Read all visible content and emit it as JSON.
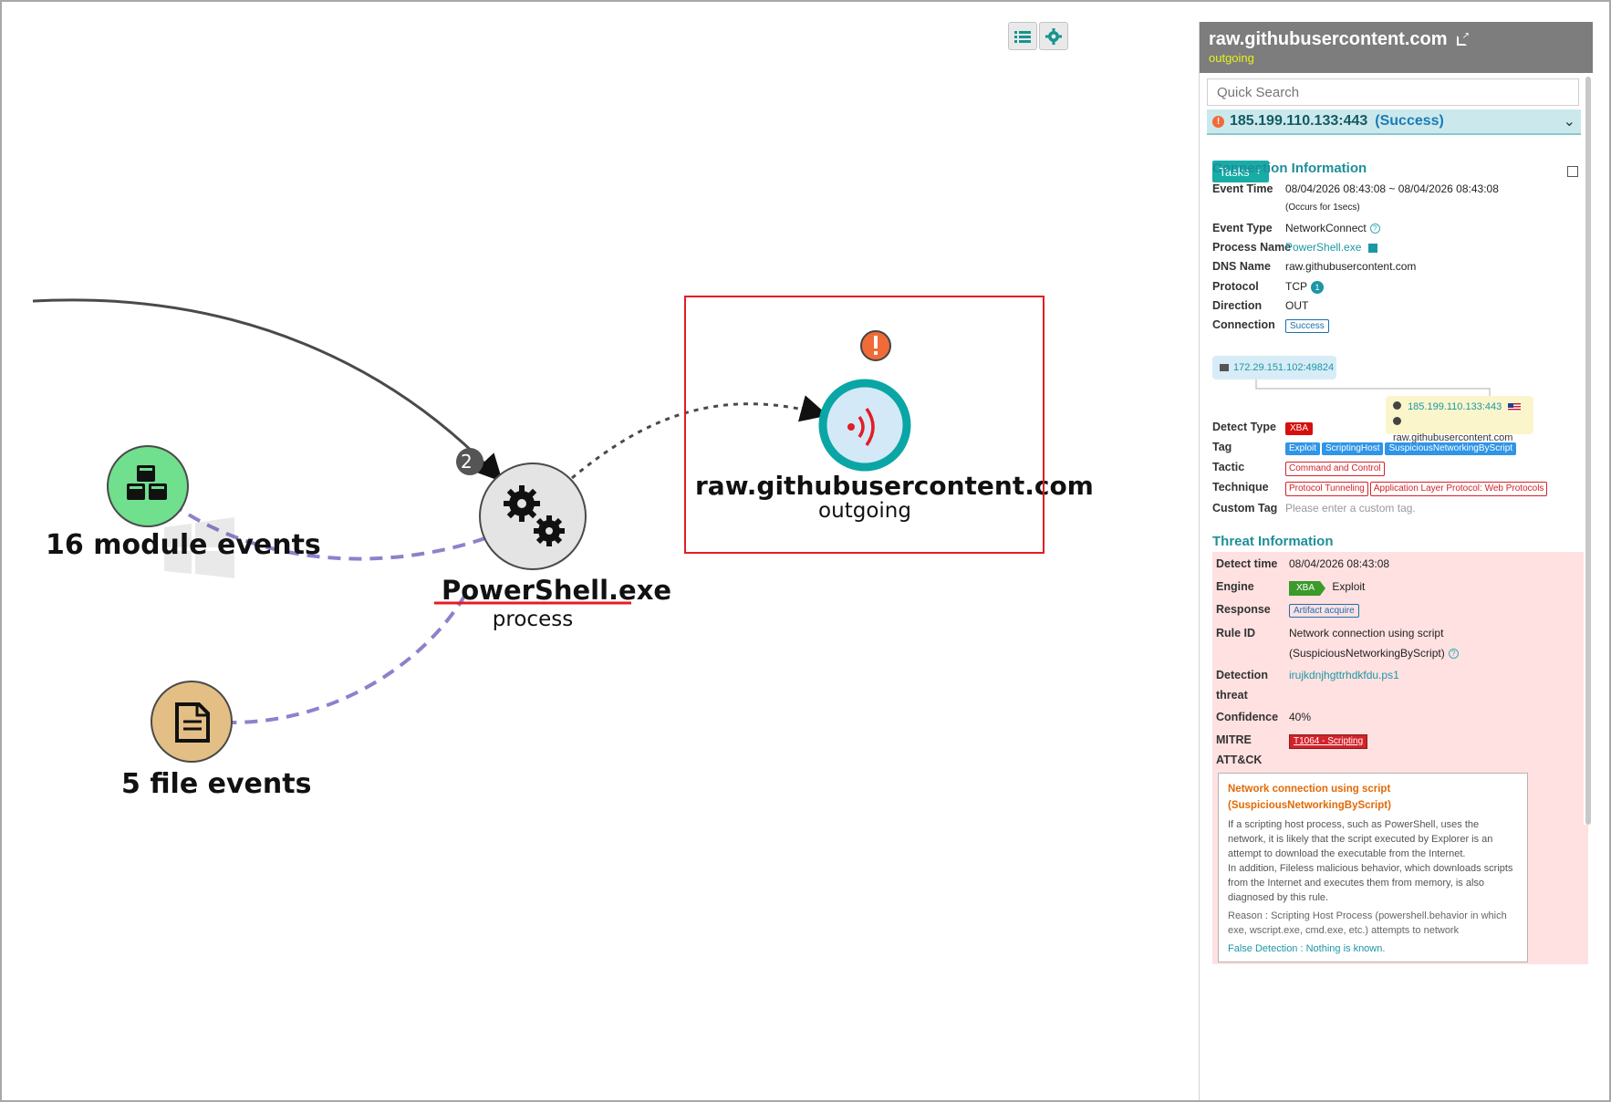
{
  "graph": {
    "edge_badge": "2",
    "module_node": {
      "label": "16 module events",
      "icon": "cubes-icon",
      "color": "#70df8e"
    },
    "file_node": {
      "label": "5 file events",
      "icon": "document-icon",
      "color": "#e3bf86"
    },
    "process_node": {
      "name": "PowerShell.exe",
      "type": "process",
      "icon": "gears-icon"
    },
    "network_node": {
      "name": "raw.githubusercontent.com",
      "type": "outgoing",
      "icon": "signal-icon",
      "alert_icon": "exclamation-icon"
    }
  },
  "toolbar": {
    "list_icon": "list-icon",
    "settings_icon": "gear-icon"
  },
  "panel": {
    "title": "raw.githubusercontent.com",
    "subtitle": "outgoing",
    "search_placeholder": "Quick Search",
    "connection": {
      "address": "185.199.110.133:443",
      "status": "(Success)"
    },
    "tasks_label": "Tasks",
    "connection_info": {
      "section_title": "Connection Information",
      "event_time_label": "Event Time",
      "event_time": "08/04/2026 08:43:08 ~ 08/04/2026 08:43:08",
      "occurs": "(Occurs for 1secs)",
      "event_type_label": "Event Type",
      "event_type": "NetworkConnect",
      "process_name_label": "Process Name",
      "process_name": "PowerShell.exe",
      "dns_name_label": "DNS Name",
      "dns_name": "raw.githubusercontent.com",
      "protocol_label": "Protocol",
      "protocol": "TCP",
      "protocol_count": "1",
      "direction_label": "Direction",
      "direction": "OUT",
      "connection_label": "Connection",
      "connection_status": "Success",
      "source": "172.29.151.102:49824",
      "dest_ip": "185.199.110.133:443",
      "dest_host": "raw.githubusercontent.com",
      "detect_type_label": "Detect Type",
      "detect_type": "XBA",
      "tag_label": "Tag",
      "tags": [
        "Exploit",
        "ScriptingHost",
        "SuspiciousNetworkingByScript"
      ],
      "tactic_label": "Tactic",
      "tactic": "Command and Control",
      "technique_label": "Technique",
      "techniques": [
        "Protocol Tunneling",
        "Application Layer Protocol: Web Protocols"
      ],
      "custom_tag_label": "Custom Tag",
      "custom_tag_placeholder": "Please enter a custom tag."
    },
    "threat_info": {
      "section_title": "Threat Information",
      "detect_time_label": "Detect time",
      "detect_time": "08/04/2026 08:43:08",
      "engine_label": "Engine",
      "engine_badge": "XBA",
      "engine_value": "Exploit",
      "response_label": "Response",
      "response": "Artifact acquire",
      "rule_id_label": "Rule ID",
      "rule_id_line1": "Network connection using script",
      "rule_id_line2": "(SuspiciousNetworkingByScript)",
      "detection_label_1": "Detection",
      "detection_label_2": "threat",
      "detection_threat": "irujkdnjhgttrhdkfdu.ps1",
      "confidence_label": "Confidence",
      "confidence": "40%",
      "mitre_label_1": "MITRE",
      "mitre_label_2": "ATT&CK",
      "mitre": "T1064 - Scripting",
      "desc_title_1": "Network connection using script",
      "desc_title_2": "(SuspiciousNetworkingByScript)",
      "desc_body": "If a scripting host process, such as PowerShell, uses the network, it is likely that the script executed by Explorer is an attempt to download the executable from the Internet.",
      "desc_body_2": "In addition, Fileless malicious behavior, which downloads scripts from the Internet and executes them from memory, is also diagnosed by this rule.",
      "desc_reason": "Reason : Scripting Host Process (powershell.behavior in which exe, wscript.exe, cmd.exe, etc.) attempts to network",
      "desc_false": "False Detection : Nothing is known."
    }
  },
  "colors": {
    "accent": "#1b98a5",
    "header": "#7d7d7d",
    "alert": "#f06b38",
    "highlight": "#e41c24"
  }
}
